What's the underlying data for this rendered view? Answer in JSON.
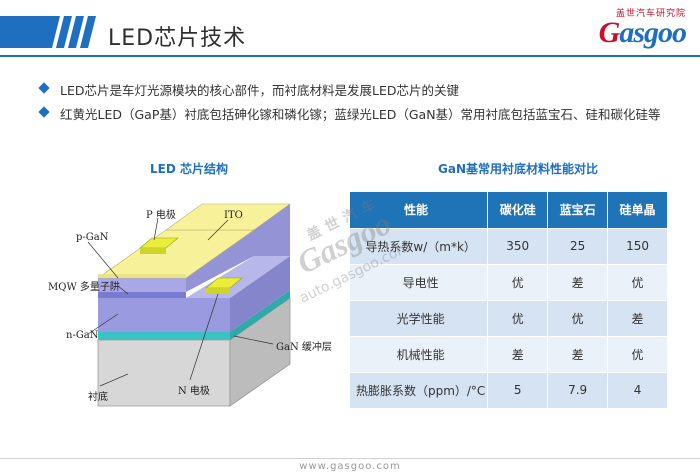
{
  "header": {
    "title": "LED芯片技术",
    "logo_cn": "盖世汽车研究院",
    "logo_en_first": "G",
    "logo_en_rest": "asgoo"
  },
  "bullets": [
    "LED芯片是车灯光源模块的核心部件，而衬底材料是发展LED芯片的关键",
    "红黄光LED（GaP基）衬底包括砷化镓和磷化镓；蓝绿光LED（GaN基）常用衬底包括蓝宝石、硅和碳化硅等"
  ],
  "diagram": {
    "title": "LED 芯片结构",
    "labels": {
      "p_electrode": "P 电极",
      "ito": "ITO",
      "p_gan": "p-GaN",
      "mqw": "MQW 多量子阱",
      "n_gan": "n-GaN",
      "buffer": "GaN 缓冲层",
      "n_electrode": "N 电极",
      "substrate": "衬底"
    },
    "colors": {
      "ito": "#f7f29a",
      "p_gan": "#a8a8e6",
      "mqw": "#7a7ad0",
      "n_gan": "#9a9ae0",
      "buffer": "#39c3c3",
      "substrate": "#d7d7d7",
      "electrode": "#e8ee3a"
    }
  },
  "table": {
    "title": "GaN基常用衬底材料性能对比",
    "headers": [
      "性能",
      "碳化硅",
      "蓝宝石",
      "硅单晶"
    ],
    "rows": [
      [
        "导热系数w/（m*k）",
        "350",
        "25",
        "150"
      ],
      [
        "导电性",
        "优",
        "差",
        "优"
      ],
      [
        "光学性能",
        "优",
        "优",
        "差"
      ],
      [
        "机械性能",
        "差",
        "差",
        "优"
      ],
      [
        "热膨胀系数（ppm）/°C",
        "5",
        "7.9",
        "4"
      ]
    ]
  },
  "watermark": {
    "cn": "盖世汽车",
    "logo": "Gasgoo",
    "url": "auto.gasgoo.com"
  },
  "footer": {
    "url": "www.gasgoo.com"
  },
  "colors": {
    "accent": "#1f6fc0",
    "brand_red": "#c8102e",
    "table_header": "#1f73b7",
    "row_odd": "#d6e3f2",
    "row_even": "#ebf1f8"
  }
}
